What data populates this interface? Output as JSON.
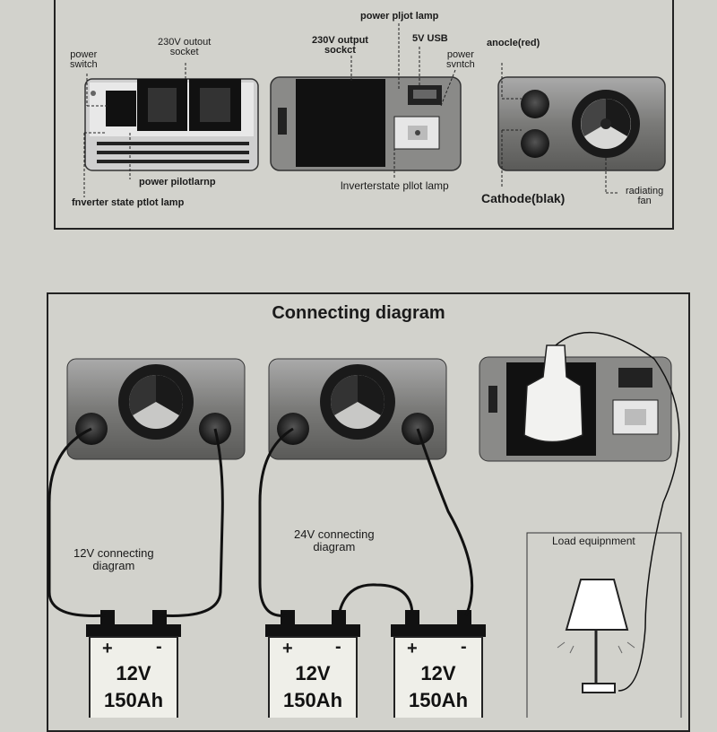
{
  "top_labels": {
    "power_switch_left": "power\nswitch",
    "outout_socket_left": "230V outout\nsocket",
    "power_pilot_lamp_left": "power pilotlarnp",
    "inverter_state_left": "fnverter state ptlot lamp",
    "power_pilot_lamp_top": "power pljot lamp",
    "output_socket_mid": "230V output\nsockct",
    "usb": "5V USB",
    "power_switch_mid": "power\nsvntch",
    "inverter_state_mid": "lnverterstate pllot lamp",
    "anode": "anocle(red)",
    "cathode": "Cathode(blak)",
    "radiating_fan": "radiating\nfan"
  },
  "bottom": {
    "title": "Connecting diagram",
    "label_12v": "12V connecting\ndiagram",
    "label_24v": "24V connecting\ndiagram",
    "load_label": "Load equipnment",
    "batteries": [
      {
        "voltage": "12V",
        "capacity": "150Ah",
        "plus": "+",
        "minus": "-"
      },
      {
        "voltage": "12V",
        "capacity": "150Ah",
        "plus": "+",
        "minus": "-"
      },
      {
        "voltage": "12V",
        "capacity": "150Ah",
        "plus": "+",
        "minus": "-"
      }
    ]
  }
}
